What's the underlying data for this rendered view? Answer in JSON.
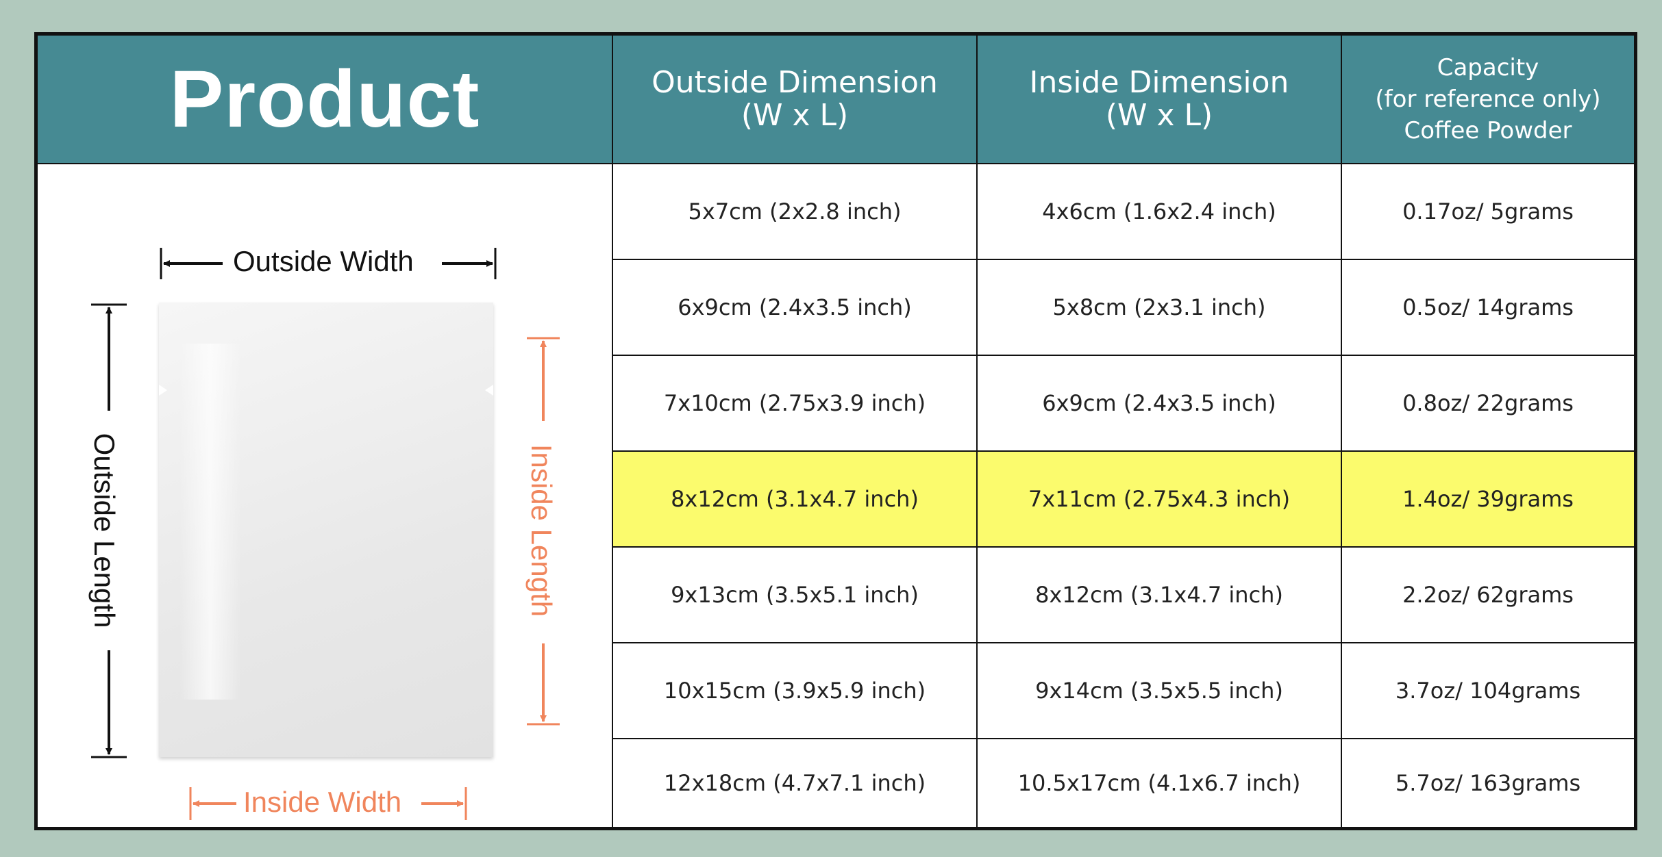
{
  "header": {
    "product": "Product",
    "outside_line1": "Outside Dimension",
    "outside_line2": "(W x L)",
    "inside_line1": "Inside Dimension",
    "inside_line2": "(W x L)",
    "capacity_line1": "Capacity",
    "capacity_line2": "(for reference only)",
    "capacity_line3": "Coffee Powder"
  },
  "diagram": {
    "outside_width": "Outside Width",
    "outside_length": "Outside Length",
    "inside_width": "Inside Width",
    "inside_length": "Inside Length"
  },
  "rows": [
    {
      "outside": "5x7cm (2x2.8 inch)",
      "inside": "4x6cm (1.6x2.4 inch)",
      "capacity": "0.17oz/ 5grams"
    },
    {
      "outside": "6x9cm (2.4x3.5 inch)",
      "inside": "5x8cm (2x3.1 inch)",
      "capacity": "0.5oz/ 14grams"
    },
    {
      "outside": "7x10cm (2.75x3.9 inch)",
      "inside": "6x9cm (2.4x3.5 inch)",
      "capacity": "0.8oz/ 22grams"
    },
    {
      "outside": "8x12cm (3.1x4.7 inch)",
      "inside": "7x11cm (2.75x4.3 inch)",
      "capacity": "1.4oz/ 39grams"
    },
    {
      "outside": "9x13cm (3.5x5.1 inch)",
      "inside": "8x12cm (3.1x4.7 inch)",
      "capacity": "2.2oz/ 62grams"
    },
    {
      "outside": "10x15cm (3.9x5.9 inch)",
      "inside": "9x14cm (3.5x5.5 inch)",
      "capacity": "3.7oz/ 104grams"
    },
    {
      "outside": "12x18cm (4.7x7.1 inch)",
      "inside": "10.5x17cm (4.1x6.7 inch)",
      "capacity": "5.7oz/ 163grams"
    }
  ],
  "colors": {
    "header_bg": "#468a93",
    "highlight": "#fbfb6d",
    "page_bg": "#b1c9bd",
    "accent_orange": "#f0855c"
  }
}
